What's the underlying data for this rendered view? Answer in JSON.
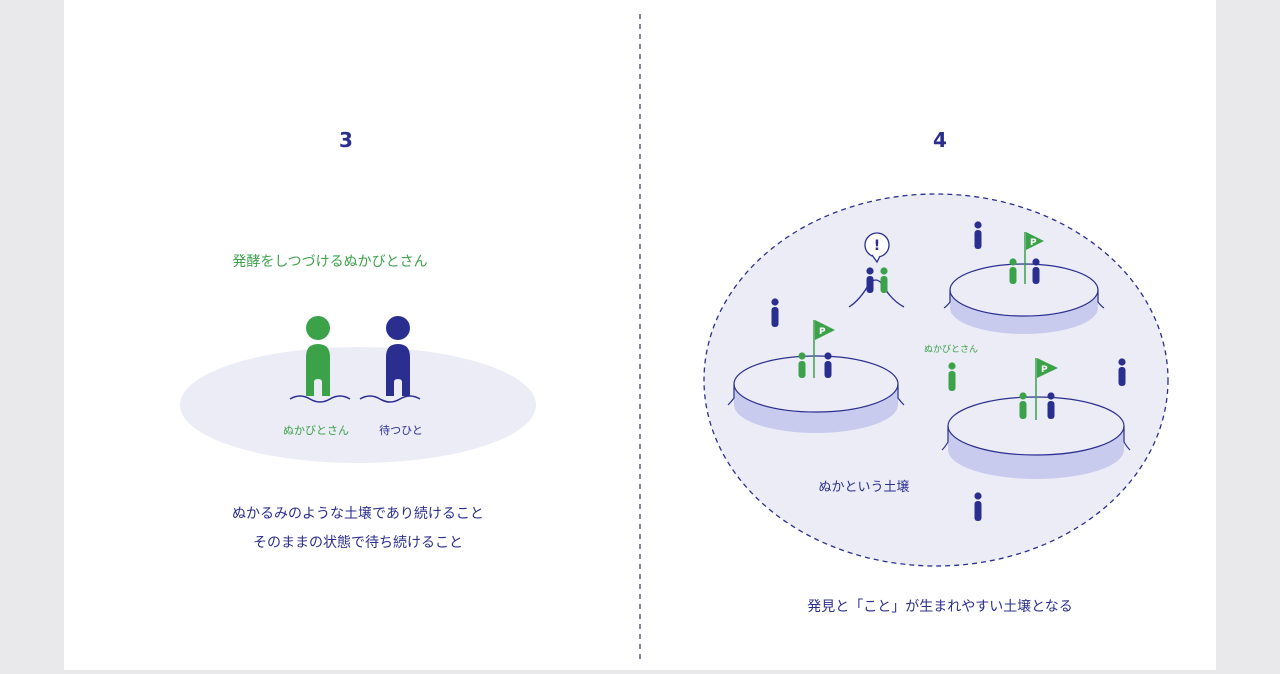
{
  "panel_left": {
    "number": "3",
    "heading": "発酵をしつづけるぬかびとさん",
    "label_green": "ぬかびとさん",
    "label_blue": "待つひと",
    "caption_line1": "ぬかるみのような土壌であり続けること",
    "caption_line2": "そのままの状態で待ち続けること"
  },
  "panel_right": {
    "number": "4",
    "alert_symbol": "!",
    "flag_letter": "P",
    "label_nukabito": "ぬかびとさん",
    "label_soil": "ぬかという土壌",
    "caption": "発見と「こと」が生まれやすい土壌となる"
  },
  "colors": {
    "green": "#3ca24a",
    "blue": "#2a2f8f",
    "soil_fill": "#ececf7",
    "mound_side": "#c9cbee"
  }
}
